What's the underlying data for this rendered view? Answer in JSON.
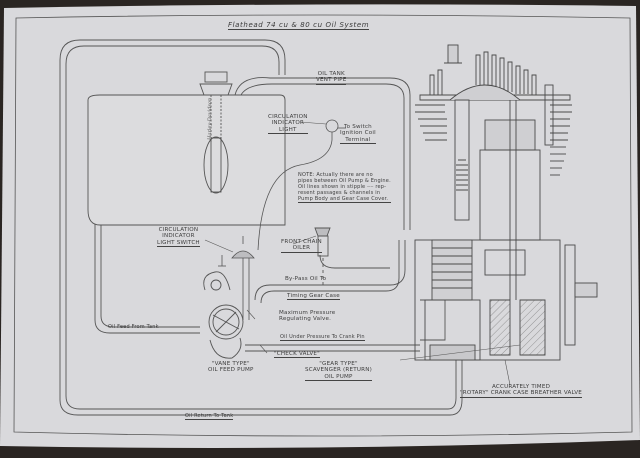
{
  "diagram": {
    "title": "Flathead 74 cu & 80 cu Oil System",
    "tank_brand": "Harley-Davidson",
    "colors": {
      "background": "#2a2522",
      "paper": "#dcdcde",
      "ink": "#3d3d3d"
    },
    "labels": {
      "vent_pipe": "OIL TANK\nVENT PIPE",
      "indicator_light": "CIRCULATION\nINDICATOR\nLIGHT",
      "to_switch": "To Switch\nIgnition Coil\nTerminal",
      "note": "NOTE: Actually there are no\npipes between Oil Pump & Engine.\nOil lines shown in stipple ┄┄ rep-\nresent passages & channels in\nPump Body and Gear Case Cover.",
      "indicator_switch": "CIRCULATION\nINDICATOR\nLIGHT SWITCH",
      "front_chain_oiler": "FRONT CHAIN\nOILER",
      "bypass": "By-Pass Oil To",
      "timing_gear_case": "Timing Gear Case",
      "max_pressure_valve": "Maximum Pressure\nRegulating Valve.",
      "oil_from_tank": "Oil Feed From Tank",
      "oil_under_pressure": "Oil Under Pressure To Crank Pin",
      "check_valve": "\"CHECK VALVE\"",
      "vane_pump": "\"VANE TYPE\"\nOIL FEED PUMP",
      "gear_pump": "\"GEAR TYPE\"\nSCAVENGER (RETURN)\nOIL PUMP",
      "breather": "ACCURATELY TIMED\n\"ROTARY\" CRANK CASE BREATHER VALVE",
      "oil_return": "Oil Return To Tank"
    }
  }
}
